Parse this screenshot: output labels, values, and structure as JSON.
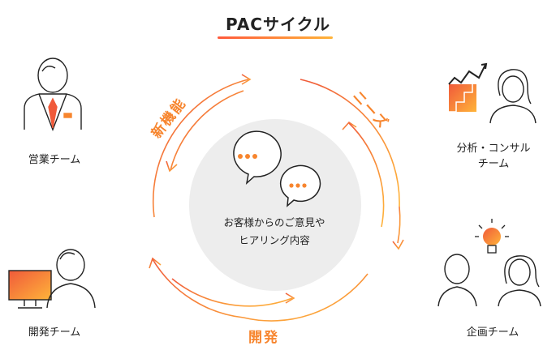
{
  "title": "PACサイクル",
  "teams": {
    "sales": "営業チーム",
    "analysis_line1": "分析・コンサル",
    "analysis_line2": "チーム",
    "development": "開発チーム",
    "planning": "企画チーム"
  },
  "cycle": {
    "new_feature": "新機能",
    "needs": "ニーズ",
    "development": "開発"
  },
  "center": {
    "line1": "お客様からのご意見や",
    "line2": "ヒアリング内容"
  },
  "colors": {
    "accent_orange": "#f7852e",
    "accent_red": "#f05a3a",
    "center_gray": "#ededed"
  }
}
